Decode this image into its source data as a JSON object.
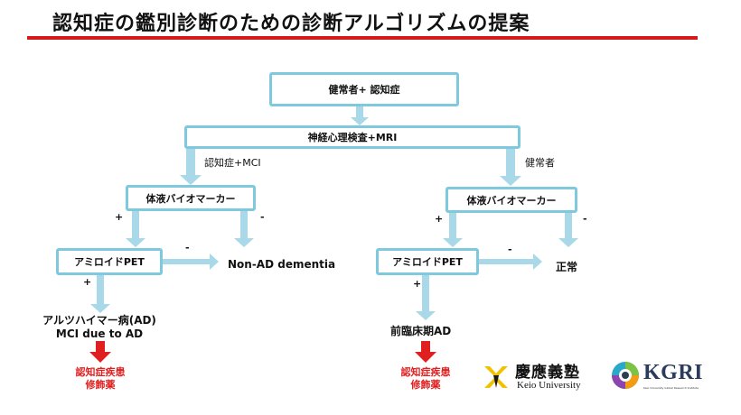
{
  "title": "認知症の鑑別診断のための診断アルゴリズムの提案",
  "nodes": {
    "top": "健常者+ 認知症",
    "exam": "神経心理検査+MRI",
    "bio_left": "体液バイオマーカー",
    "bio_right": "体液バイオマーカー",
    "pet_left": "アミロイドPET",
    "pet_right": "アミロイドPET"
  },
  "edge_labels": {
    "left_branch": "認知症+MCI",
    "right_branch": "健常者",
    "plus": "+",
    "minus": "-"
  },
  "outcomes": {
    "non_ad": "Non-AD dementia",
    "normal": "正常",
    "ad_line1": "アルツハイマー病(AD)",
    "ad_line2": "MCI due to AD",
    "preclinical": "前臨床期AD"
  },
  "therapy": {
    "line1": "認知症疾患",
    "line2": "修飾薬"
  },
  "logos": {
    "keio_jp": "慶應義塾",
    "keio_en": "Keio University",
    "kgri": "KGRI",
    "kgri_sub": "Keio University Global Research Institute"
  },
  "colors": {
    "box_border": "#7fc9de",
    "arrow": "#a9d8e8",
    "red": "#e02020",
    "title_rule": "#d41a1a",
    "keio_yellow": "#f2c200"
  }
}
